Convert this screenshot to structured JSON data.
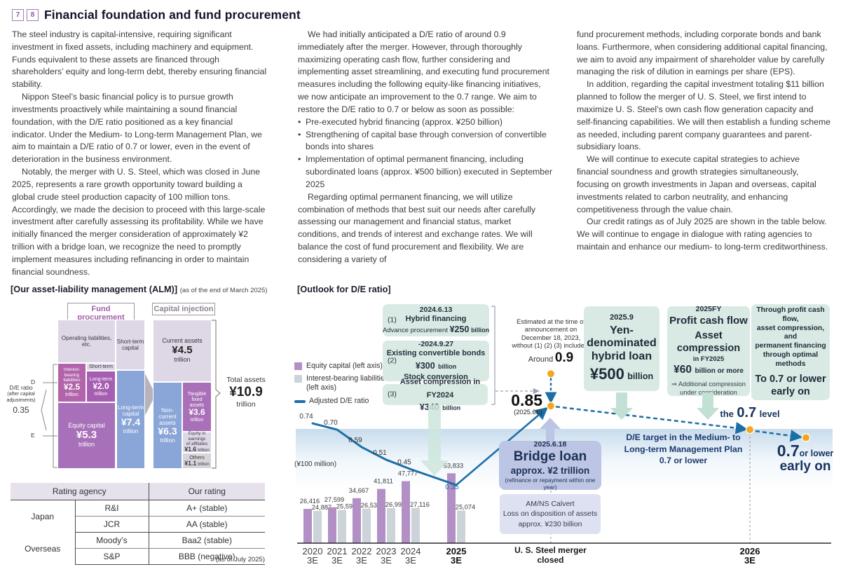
{
  "page": {
    "badge1": "7",
    "badge2": "8",
    "title": "Financial foundation and fund procurement"
  },
  "columns": {
    "col1": {
      "p1": "The steel industry is capital-intensive, requiring significant investment in fixed assets, including machinery and equipment. Funds equivalent to these assets are financed through shareholders’ equity and long-term debt, thereby ensuring financial stability.",
      "p2": "Nippon Steel’s basic financial policy is to pursue growth investments proactively while maintaining a sound financial foundation, with the D/E ratio positioned as a key financial indicator. Under the Medium- to Long-term Management Plan, we aim to maintain a D/E ratio of 0.7 or lower, even in the event of deterioration in the business environment.",
      "p3": "Notably, the merger with U. S. Steel, which was closed in June 2025, represents a rare growth opportunity toward building a global crude steel production capacity of 100 million tons. Accordingly, we made the decision to proceed with this large-scale investment after carefully assessing its profitability. While we have initially financed the merger consideration of approximately ¥2 trillion with a bridge loan, we recognize the need to promptly implement measures including refinancing in order to maintain financial soundness."
    },
    "col2": {
      "p1": "We had initially anticipated a D/E ratio of around 0.9 immediately after the merger. However, through thoroughly maximizing operating cash flow, further considering and implementing asset streamlining, and executing fund procurement measures including the following equity-like financing initiatives, we now anticipate an improvement to the 0.7 range. We aim to restore the D/E ratio to 0.7 or below as soon as possible:",
      "bullets": [
        "Pre-executed hybrid financing (approx. ¥250 billion)",
        "Strengthening of capital base through conversion of convertible bonds into shares",
        "Implementation of optimal permanent financing, including subordinated loans (approx. ¥500 billion) executed in September 2025"
      ],
      "p2": "Regarding optimal permanent financing, we will utilize combination of methods that best suit our needs after carefully assessing our management and financial status, market conditions, and trends of interest and exchange rates. We will balance the cost of fund procurement and flexibility. We are considering a variety of"
    },
    "col3": {
      "p1": "fund procurement methods, including corporate bonds and bank loans. Furthermore, when considering additional capital financing, we aim to avoid any impairment of shareholder value by carefully managing the risk of dilution in earnings per share (EPS).",
      "p2": "In addition, regarding the capital investment totaling $11 billion planned to follow the merger of U. S. Steel, we first intend to maximize U. S. Steel’s own cash flow generation capacity and self-financing capabilities. We will then establish a funding scheme as needed, including parent company guarantees and parent-subsidiary loans.",
      "p3": "We will continue to execute capital strategies to achieve financial soundness and growth strategies simultaneously, focusing on growth investments in Japan and overseas, capital investments related to carbon neutrality, and enhancing competitiveness through the value chain.",
      "p4": "Our credit ratings as of July 2025 are shown in the table below. We will continue to engage in dialogue with rating agencies to maintain and enhance our medium- to long-term creditworthiness."
    }
  },
  "alm": {
    "heading": "[Our asset-liability management (ALM)]",
    "note": "(as of the end of March 2025)",
    "fund_procurement": "Fund procurement",
    "capital_injection": "Capital injection",
    "operating_1": "Operating liabilities,",
    "operating_2": "etc.",
    "stc_1": "Short-term",
    "stc_2": "capital",
    "interest_label": "Interest-bearing liabilities",
    "interest_value": "¥2.5",
    "interest_unit": "trillion",
    "short_term": "Short-term",
    "long_term_label": "Long-term",
    "long_term_value": "¥2.0",
    "long_term_unit": "trillion",
    "equity_label": "Equity capital",
    "equity_value": "¥5.3",
    "equity_unit": "trillion",
    "ltc_1": "Long-term",
    "ltc_2": "capital",
    "ltc_value": "¥7.4",
    "ltc_unit": "trillion",
    "current_label": "Current assets",
    "current_value": "¥4.5",
    "current_unit": "trillion",
    "nc_1": "Non-",
    "nc_2": "current",
    "nc_3": "assets",
    "nc_value": "¥6.3",
    "nc_unit": "trillion",
    "tg_1": "Tangible",
    "tg_2": "fixed",
    "tg_3": "assets",
    "tg_value": "¥3.6",
    "tg_unit": "trillion",
    "ee_1": "Equity in earnings",
    "ee_2": "of affiliates",
    "ee_value": "¥1.6",
    "ee_unit": "trillion",
    "others_label": "Others",
    "others_value": "¥1.1",
    "others_unit": "trillion",
    "d": "D",
    "e": "E",
    "de_label": "D/E ratio",
    "de_note": "(after capital adjustments)",
    "de_value": "0.35",
    "total_label": "Total assets",
    "total_value": "¥10.9",
    "total_unit": "trillion"
  },
  "rating_table": {
    "header_agency": "Rating agency",
    "header_rating": "Our rating",
    "rows": [
      {
        "region": "Japan",
        "agency": "R&I",
        "rating": "A+ (stable)"
      },
      {
        "region": "",
        "agency": "JCR",
        "rating": "AA (stable)"
      },
      {
        "region": "Overseas",
        "agency": "Moody’s",
        "rating": "Baa2 (stable)"
      },
      {
        "region": "",
        "agency": "S&P",
        "rating": "BBB (negative)"
      }
    ],
    "footnote": "(as of July 2025)"
  },
  "outlook": {
    "heading": "[Outlook for D/E ratio]",
    "legend": {
      "equity": "Equity capital (left axis)",
      "liabilities": "Interest-bearing liabilities (left axis)",
      "line": "Adjusted D/E ratio"
    },
    "unit": "(¥100 million)",
    "b1": {
      "num": "(1)",
      "date": "2024.6.13",
      "title": "Hybrid financing",
      "pre": "Advance procurement",
      "value": "¥250",
      "unit": "billion"
    },
    "b2": {
      "num": "(2)",
      "date": "-2024.9.27",
      "title": "Existing convertible bonds",
      "value": "¥300",
      "unit": "billion",
      "extra": "Stock conversion"
    },
    "b3": {
      "num": "(3)",
      "title": "Asset compression in FY2024",
      "value": "¥340",
      "unit": "billion"
    },
    "estimate": {
      "text": "Estimated at the time of announcement on December 18, 2023, without (1) (2) (3) included:",
      "prefix": "Around",
      "value": "0.9"
    },
    "yen": {
      "date": "2025.9",
      "title1": "Yen-denominated",
      "title2": "hybrid loan",
      "value": "¥500",
      "unit": "billion"
    },
    "profit": {
      "date": "2025FY",
      "title": "Profit cash flow",
      "sub": "Asset compression",
      "sub2": "in FY2025",
      "value": "¥60",
      "vunit": "billion or more",
      "note1": "⇒ Additional compression",
      "note2": "under consideration"
    },
    "through": {
      "l1": "Through profit cash flow,",
      "l2": "asset compression, and",
      "l3": "permanent financing",
      "l4": "through optimal methods",
      "big1": "To 0.7 or lower",
      "big2": "early on"
    },
    "current": {
      "value": "0.85",
      "note": "(2025.6E)"
    },
    "bridge": {
      "date": "2025.6.18",
      "title": "Bridge loan",
      "value": "approx. ¥2 trillion",
      "note": "(refinance or repayment within one year)"
    },
    "amns": {
      "l1": "AM/NS Calvert",
      "l2": "Loss on disposition of assets",
      "l3": "approx. ¥230 billion"
    },
    "target": {
      "l1": "D/E target in the Medium- to",
      "l2": "Long-term Management Plan",
      "l3": "0.7 or lower"
    },
    "level": {
      "pre": "the",
      "value": "0.7",
      "post": "level"
    },
    "early": {
      "value": "0.7",
      "suffix": "or lower",
      "line2": "early on"
    },
    "merger": {
      "l1": "U. S. Steel merger",
      "l2": "closed"
    }
  },
  "chart_data": {
    "type": "bar",
    "title": "[Outlook for D/E ratio]",
    "categories": [
      "2020 3E",
      "2021 3E",
      "2022 3E",
      "2023 3E",
      "2024 3E",
      "2025 3E"
    ],
    "future_category": "2026 3E",
    "series": [
      {
        "name": "Equity capital (left axis)",
        "color": "#b28fc4",
        "values": [
          26416,
          27599,
          34667,
          41811,
          47777,
          53833
        ]
      },
      {
        "name": "Interest-bearing liabilities (left axis)",
        "color": "#ccd3d9",
        "values": [
          24887,
          25592,
          26533,
          26993,
          27116,
          25074
        ]
      }
    ],
    "line_series": {
      "name": "Adjusted D/E ratio",
      "color": "#1c6fa6",
      "values": [
        0.74,
        0.7,
        0.59,
        0.51,
        0.45,
        0.35
      ]
    },
    "projection": [
      {
        "label": "U. S. Steel merger closed",
        "value": 0.85,
        "note": "(2025.6E)"
      },
      {
        "label": "estimate without (1)(2)(3)",
        "value": 0.9,
        "note": "Around 0.9"
      },
      {
        "label": "2026 3E",
        "value": 0.7,
        "note": "the 0.7 level"
      },
      {
        "label": "beyond 2026",
        "value": 0.65,
        "note": "0.7 or lower early on"
      }
    ],
    "ylabel": "(¥100 million)",
    "grid": false,
    "legend_position": "left"
  }
}
